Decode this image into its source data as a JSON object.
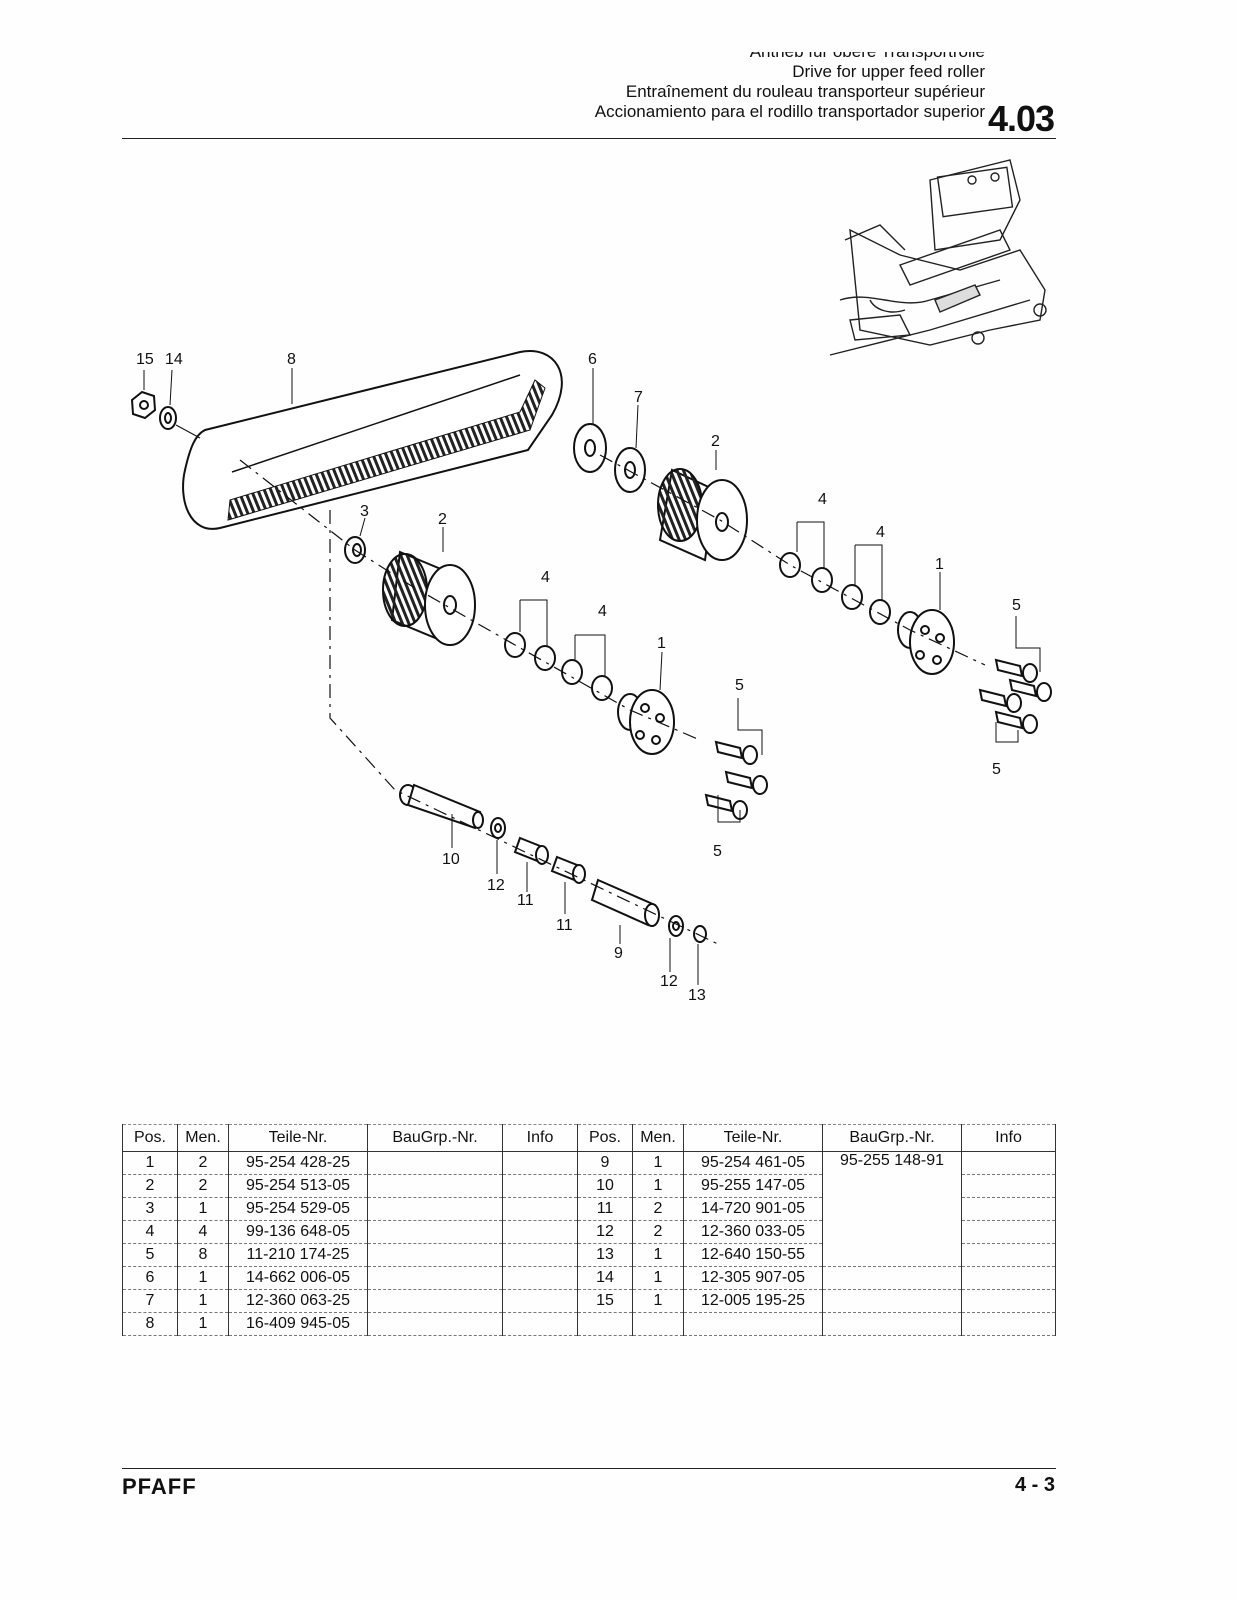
{
  "header": {
    "title_de_cut": "Antrieb für obere Transportrolle",
    "title_en": "Drive for upper feed roller",
    "title_fr": "Entraînement du rouleau transporteur supérieur",
    "title_es": "Accionamiento para el rodillo transportador superior",
    "section_number": "4.03"
  },
  "callouts": {
    "c15": "15",
    "c14": "14",
    "c8": "8",
    "c6": "6",
    "c7": "7",
    "c2a": "2",
    "c2b": "2",
    "c3": "3",
    "c4a": "4",
    "c4b": "4",
    "c4c": "4",
    "c4d": "4",
    "c1a": "1",
    "c1b": "1",
    "c5a": "5",
    "c5b": "5",
    "c5c": "5",
    "c5d": "5",
    "c10": "10",
    "c12a": "12",
    "c11a": "11",
    "c11b": "11",
    "c9": "9",
    "c12b": "12",
    "c13": "13"
  },
  "table": {
    "headers": [
      "Pos.",
      "Men.",
      "Teile-Nr.",
      "BauGrp.-Nr.",
      "Info",
      "Pos.",
      "Men.",
      "Teile-Nr.",
      "BauGrp.-Nr.",
      "Info"
    ],
    "left_rows": [
      {
        "pos": "1",
        "men": "2",
        "part": "95-254 428-25"
      },
      {
        "pos": "2",
        "men": "2",
        "part": "95-254 513-05"
      },
      {
        "pos": "3",
        "men": "1",
        "part": "95-254 529-05"
      },
      {
        "pos": "4",
        "men": "4",
        "part": "99-136 648-05"
      },
      {
        "pos": "5",
        "men": "8",
        "part": "11-210 174-25"
      },
      {
        "pos": "6",
        "men": "1",
        "part": "14-662 006-05"
      },
      {
        "pos": "7",
        "men": "1",
        "part": "12-360 063-25"
      },
      {
        "pos": "8",
        "men": "1",
        "part": "16-409 945-05"
      }
    ],
    "right_rows": [
      {
        "pos": "9",
        "men": "1",
        "part": "95-254 461-05"
      },
      {
        "pos": "10",
        "men": "1",
        "part": "95-255 147-05"
      },
      {
        "pos": "11",
        "men": "2",
        "part": "14-720 901-05"
      },
      {
        "pos": "12",
        "men": "2",
        "part": "12-360 033-05"
      },
      {
        "pos": "13",
        "men": "1",
        "part": "12-640 150-55"
      },
      {
        "pos": "14",
        "men": "1",
        "part": "12-305 907-05"
      },
      {
        "pos": "15",
        "men": "1",
        "part": "12-005 195-25"
      }
    ],
    "group_number": "95-255 148-91"
  },
  "footer": {
    "brand": "PFAFF",
    "page": "4 - 3"
  }
}
